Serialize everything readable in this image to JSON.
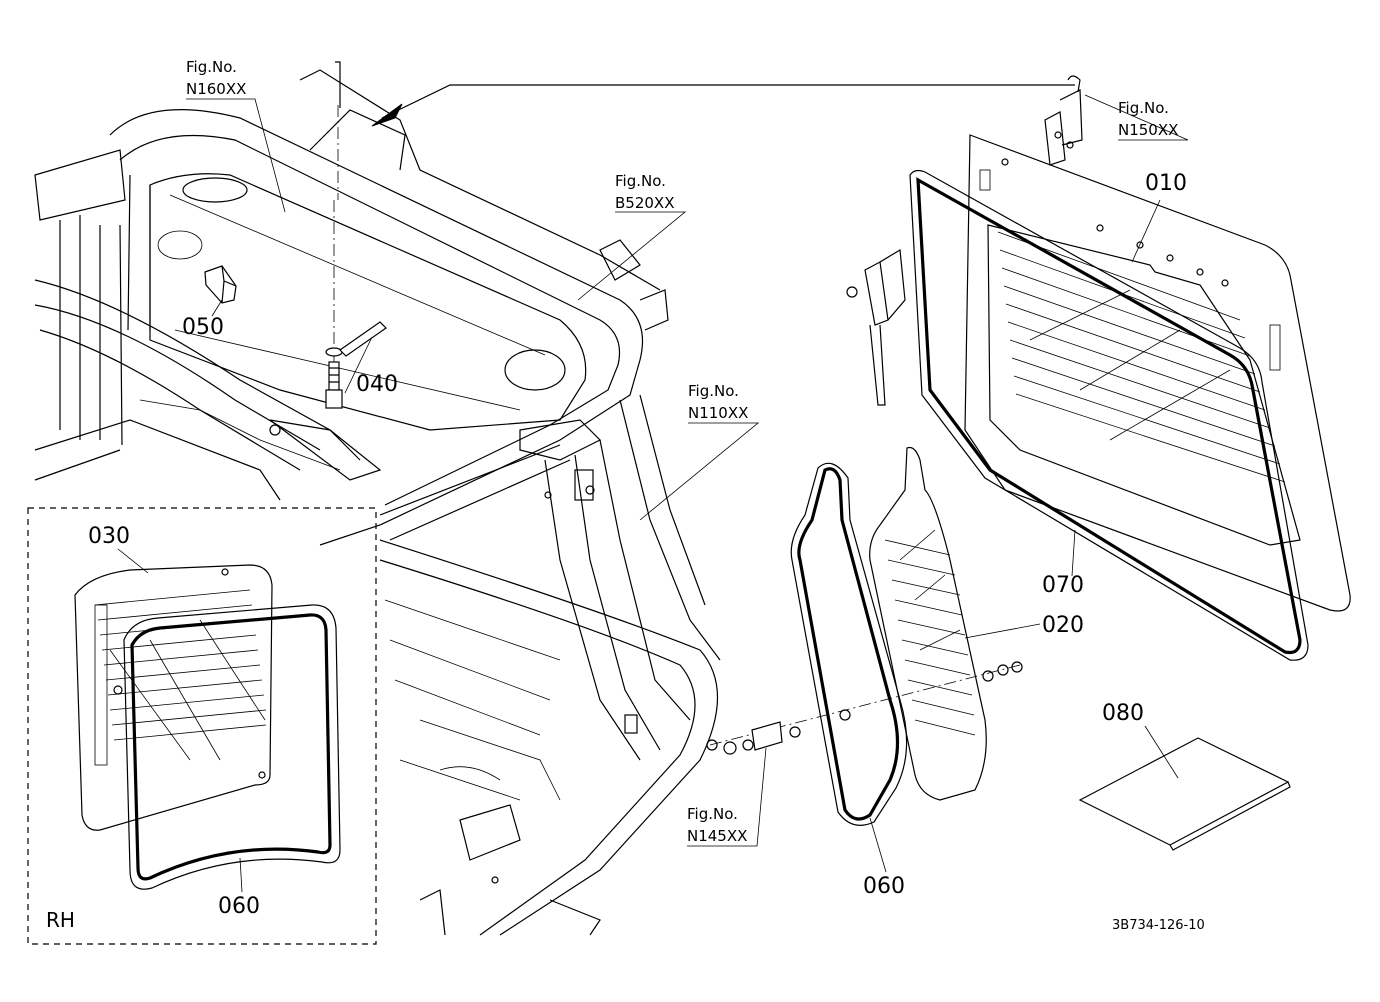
{
  "figure_refs": {
    "n160": [
      "Fig.No.",
      "N160XX"
    ],
    "b520": [
      "Fig.No.",
      "B520XX"
    ],
    "n150": [
      "Fig.No.",
      "N150XX"
    ],
    "n110": [
      "Fig.No.",
      "N110XX"
    ],
    "n145": [
      "Fig.No.",
      "N145XX"
    ]
  },
  "parts": {
    "p010": "010",
    "p020": "020",
    "p030": "030",
    "p040": "040",
    "p050": "050",
    "p060_main": "060",
    "p060_inset": "060",
    "p070": "070",
    "p080": "080"
  },
  "inset_label": "RH",
  "drawing_code": "3B734-126-10"
}
